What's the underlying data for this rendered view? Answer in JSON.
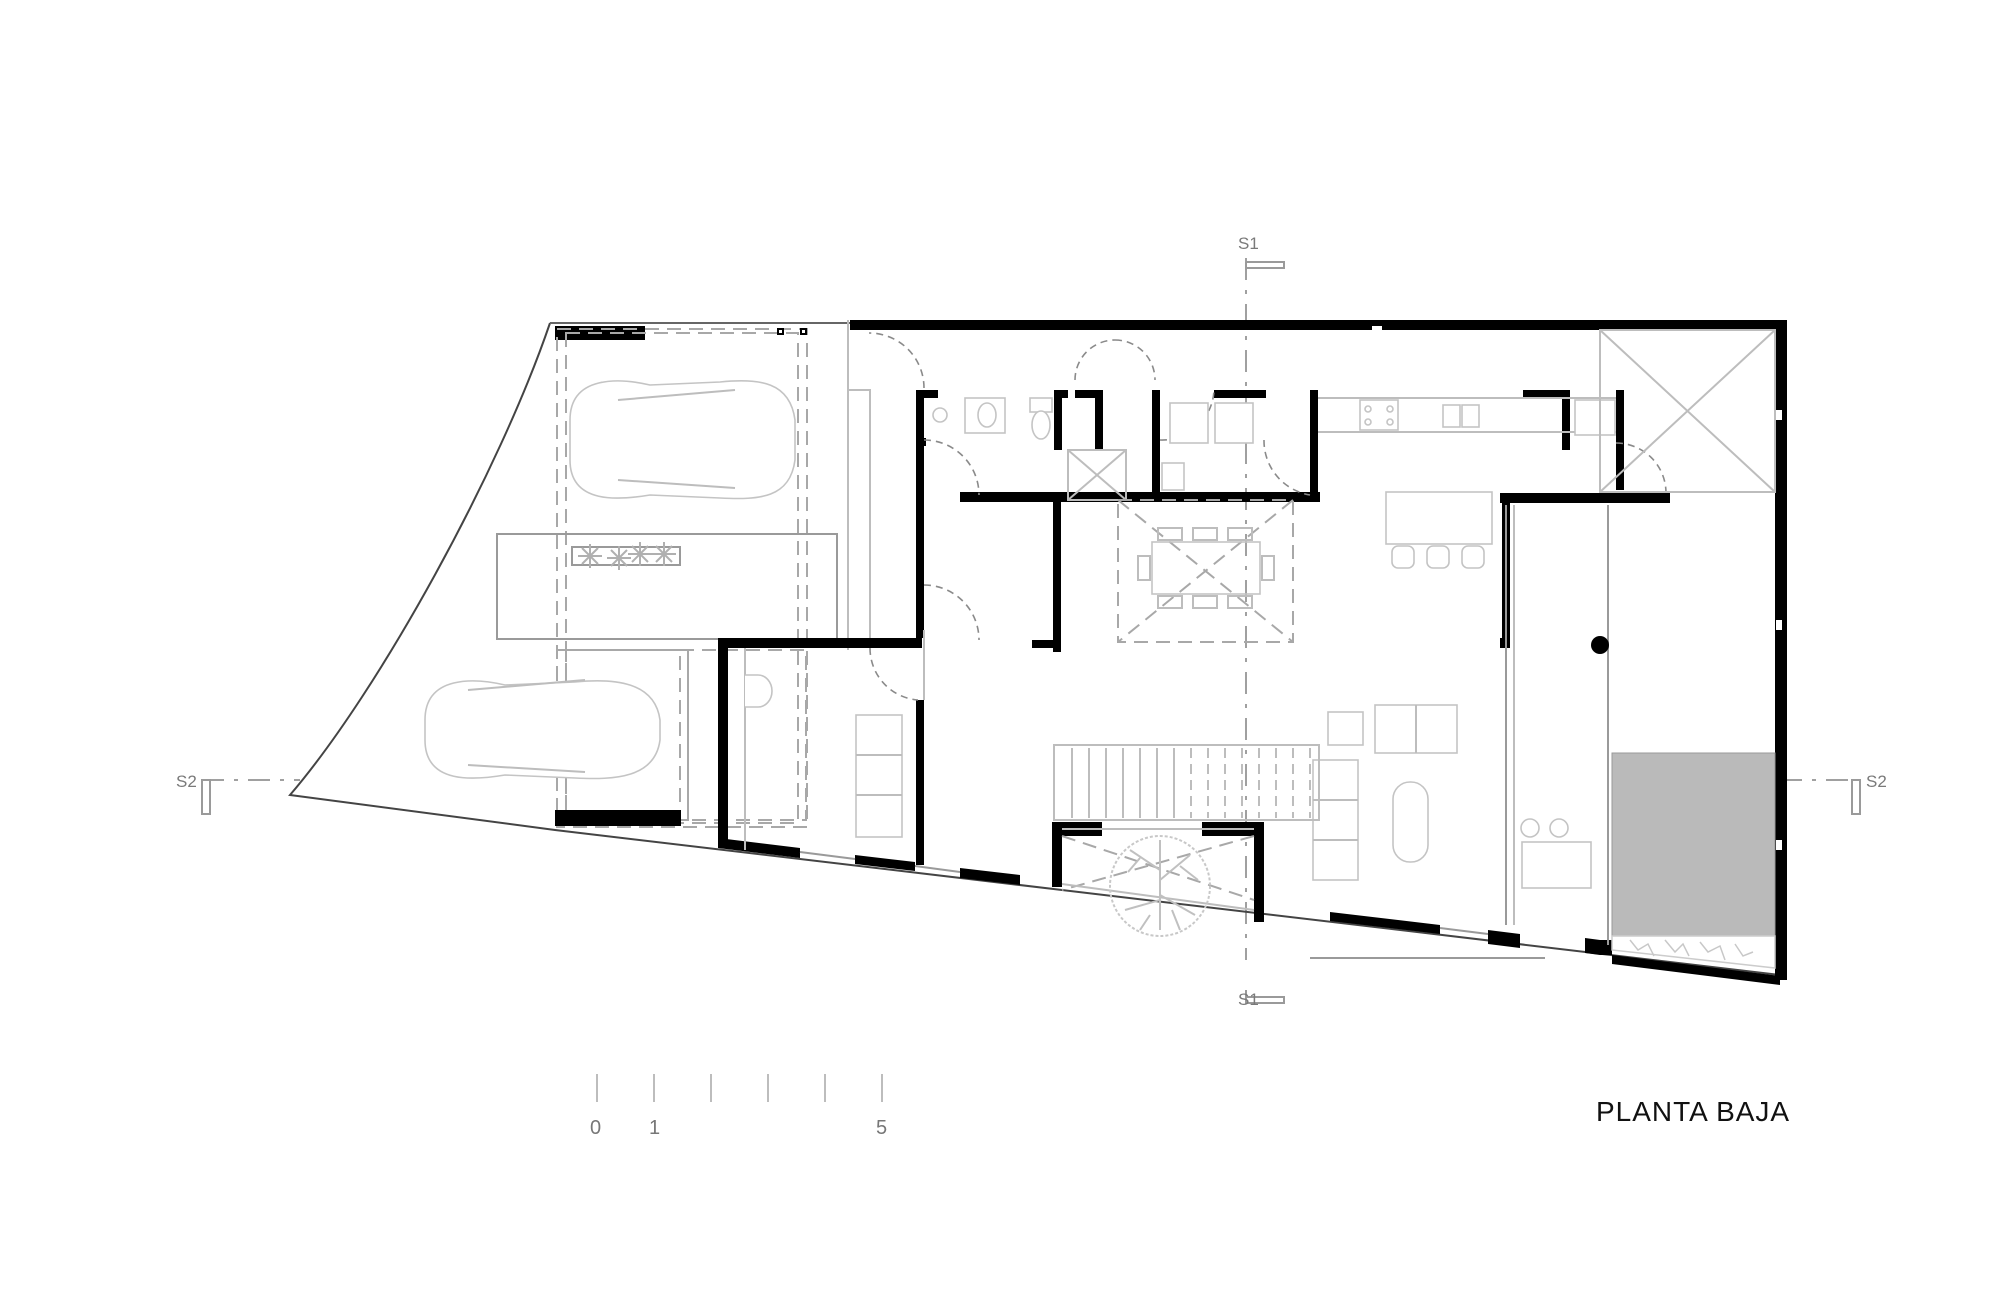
{
  "drawing": {
    "title": "PLANTA BAJA",
    "type": "architectural floor plan",
    "section_markers": {
      "s1_top": "S1",
      "s1_bottom": "S1",
      "s2_left": "S2",
      "s2_right": "S2"
    },
    "scale_bar": {
      "ticks": 6,
      "labels": [
        "0",
        "1",
        "5"
      ],
      "unit_hint": "meters"
    },
    "colors": {
      "wall": "#000000",
      "furniture_line": "#c4c4c4",
      "hatched_area": "#bababa",
      "label_gray": "#7a7a7a"
    },
    "elements": {
      "parking_spaces": 2,
      "cars": 2,
      "planter": "planter with plants",
      "bathroom": [
        "washbasin",
        "sink",
        "toilet",
        "shower"
      ],
      "laundry": [
        "washer",
        "dryer",
        "utility sink"
      ],
      "kitchen": [
        "stove top",
        "double sink",
        "refrigerator",
        "island",
        "3 bar stools"
      ],
      "dining": "table with 8 chairs",
      "living": [
        "sofa",
        "armchairs",
        "coffee table"
      ],
      "study": [
        "sofa",
        "chair"
      ],
      "staircase": "straight stair",
      "courtyard": "tree",
      "terrace": [
        "column",
        "table",
        "2 stools",
        "pool/hatched area",
        "stone paving"
      ],
      "light_well": "open void (X-marked)"
    }
  }
}
